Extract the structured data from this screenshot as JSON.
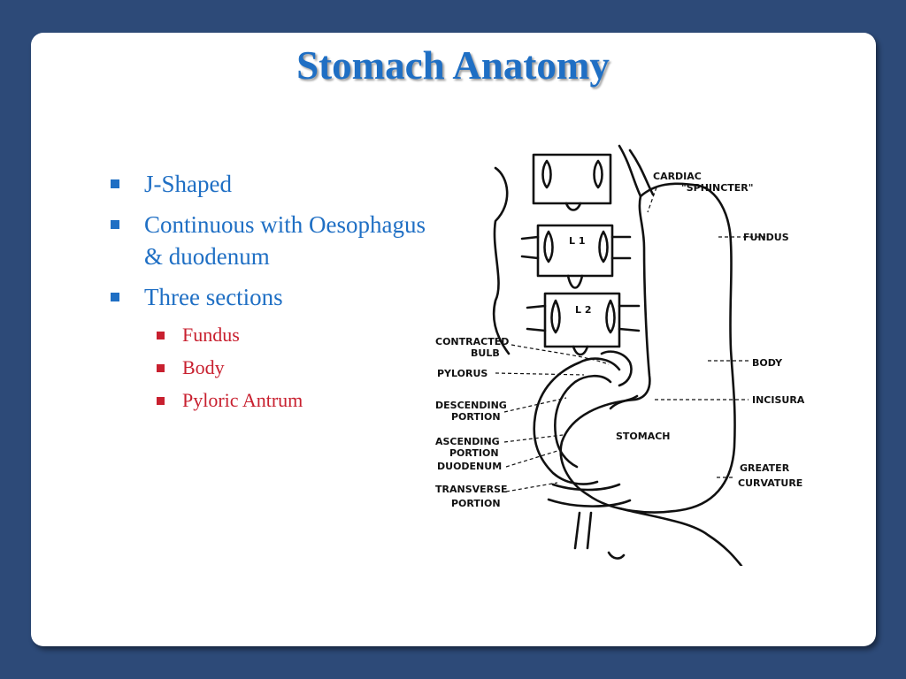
{
  "title": "Stomach Anatomy",
  "bullets": [
    {
      "text": "J-Shaped"
    },
    {
      "text": "Continuous with Oesophagus & duodenum"
    },
    {
      "text": "Three sections",
      "sub": [
        "Fundus",
        "Body",
        "Pyloric Antrum"
      ]
    }
  ],
  "diagram_labels": {
    "cardiac": "CARDIAC",
    "sphincter": "\"SPHINCTER\"",
    "fundus": "FUNDUS",
    "body": "BODY",
    "incisura": "INCISURA",
    "stomach": "STOMACH",
    "greater": "GREATER",
    "curvature": "CURVATURE",
    "contracted": "CONTRACTED",
    "bulb": "BULB",
    "pylorus": "PYLORUS",
    "descending": "DESCENDING",
    "descending_portion": "PORTION",
    "ascending": "ASCENDING",
    "ascending_portion": "PORTION",
    "duodenum": "DUODENUM",
    "transverse": "TRANSVERSE",
    "transverse_portion": "PORTION",
    "l1": "L 1",
    "l2": "L 2"
  }
}
